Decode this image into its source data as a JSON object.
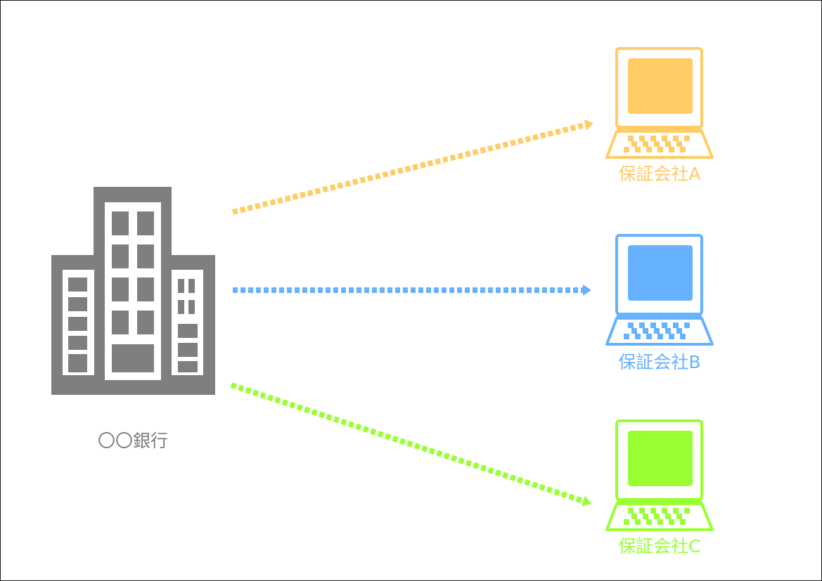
{
  "bank": {
    "label": "〇〇銀行",
    "icon": "office-building-icon",
    "color": "#7f7f7f"
  },
  "companies": [
    {
      "label": "保証会社A",
      "icon": "laptop-icon",
      "color": "#ffcc66"
    },
    {
      "label": "保証会社B",
      "icon": "laptop-icon",
      "color": "#66b2ff"
    },
    {
      "label": "保証会社C",
      "icon": "laptop-icon",
      "color": "#99ff33"
    }
  ],
  "links": [
    {
      "from": "〇〇銀行",
      "to": "保証会社A",
      "style": "dotted-arrow",
      "color": "#ffcc66"
    },
    {
      "from": "〇〇銀行",
      "to": "保証会社B",
      "style": "dotted-arrow",
      "color": "#66b2ff"
    },
    {
      "from": "〇〇銀行",
      "to": "保証会社C",
      "style": "dotted-arrow",
      "color": "#99ff33"
    }
  ]
}
